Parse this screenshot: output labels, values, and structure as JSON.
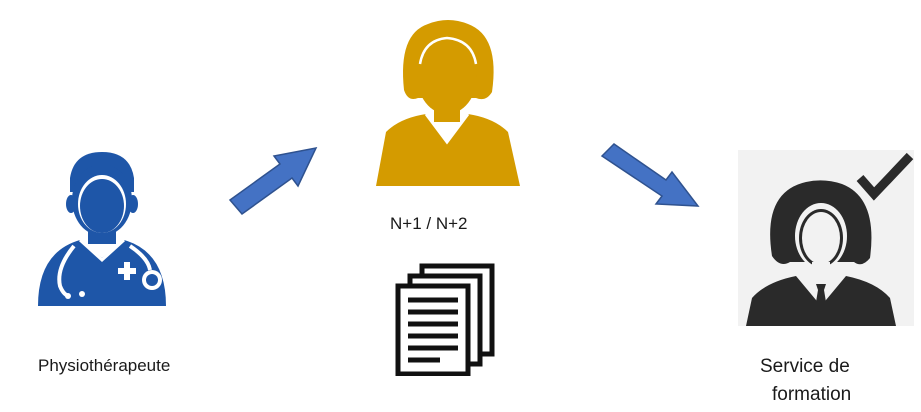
{
  "nodes": {
    "physio": {
      "label": "Physiothérapeute",
      "icon": "doctor-stethoscope-icon",
      "color": "#1e56a8"
    },
    "manager": {
      "label": "N+1 / N+2",
      "icon": "woman-manager-icon",
      "color": "#d49b00"
    },
    "documents": {
      "icon": "documents-icon",
      "color": "#111111"
    },
    "training": {
      "label_line1": "Service de",
      "label_line2": "formation",
      "icon": "woman-businessperson-check-icon",
      "color": "#2a2a2a"
    }
  },
  "arrows": [
    {
      "from": "physio",
      "to": "manager",
      "color": "#4472c4"
    },
    {
      "from": "manager",
      "to": "training",
      "color": "#4472c4"
    }
  ]
}
